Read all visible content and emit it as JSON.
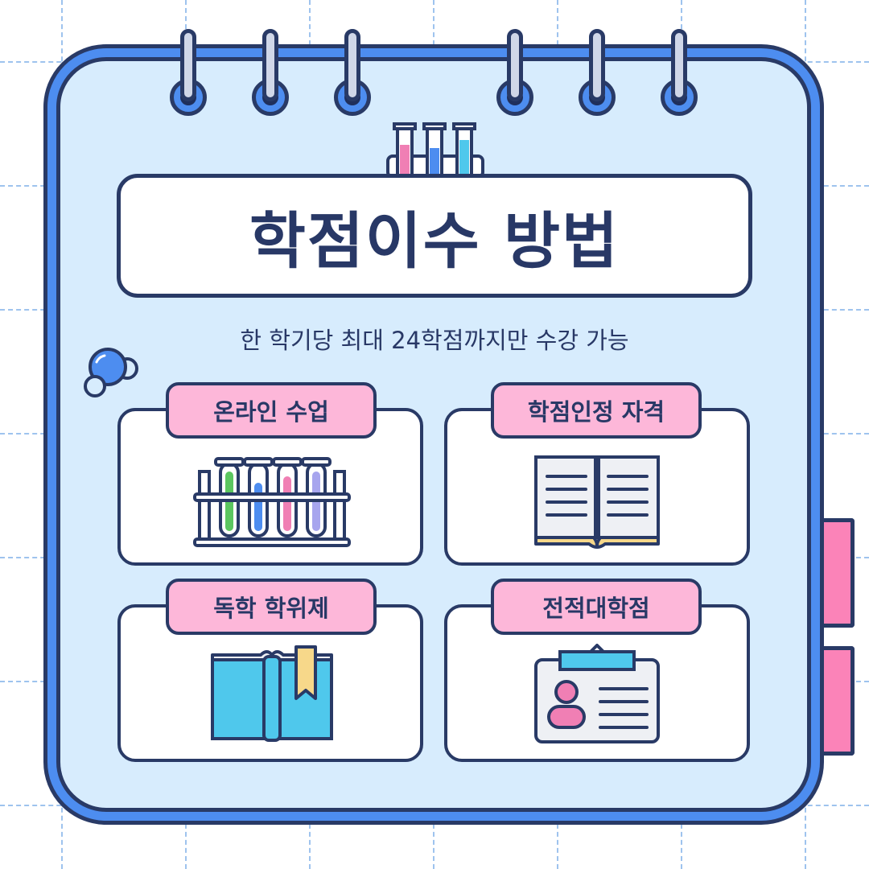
{
  "title": "학점이수 방법",
  "subtitle": "한 학기당 최대 24학점까지만 수강 가능",
  "cards": [
    {
      "label": "온라인 수업",
      "icon": "test-tubes-icon"
    },
    {
      "label": "학점인정 자격",
      "icon": "open-book-icon"
    },
    {
      "label": "독학 학위제",
      "icon": "bookmarked-book-icon"
    },
    {
      "label": "전적대학점",
      "icon": "id-card-icon"
    }
  ],
  "colors": {
    "navy": "#293a66",
    "blue": "#4d8df0",
    "light_blue": "#d7ecfd",
    "pink": "#fdb7d9",
    "hot_pink": "#fb83b8",
    "cyan": "#4fc8ec",
    "green": "#5bc65f",
    "lavender": "#a7a5ee",
    "yellow": "#f7d88a"
  }
}
